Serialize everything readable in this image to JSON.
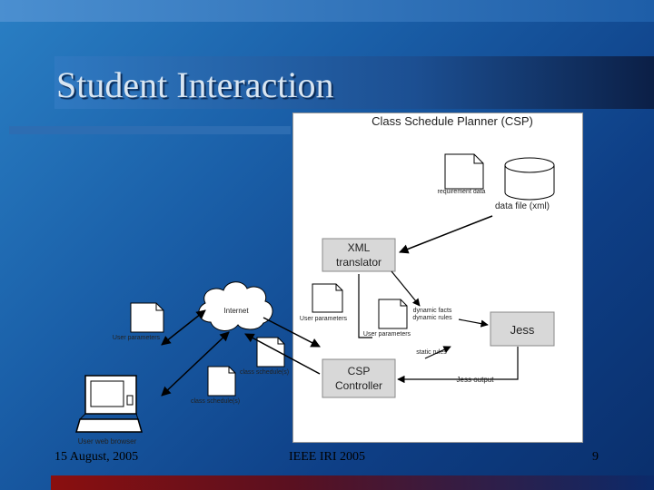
{
  "slide": {
    "title": "Student Interaction",
    "footer_date": "15 August, 2005",
    "footer_center": "IEEE IRI 2005",
    "page_number": "9"
  },
  "diagram": {
    "panel_title": "Class Schedule Planner (CSP)",
    "requirement_data": "requirement data",
    "data_file": "data file (xml)",
    "xml_translator_line1": "XML",
    "xml_translator_line2": "translator",
    "internet": "Internet",
    "user_parameters_1": "User parameters",
    "user_parameters_2": "User parameters",
    "user_parameters_3": "User parameters",
    "dynamic_facts": "dynamic facts",
    "dynamic_rules": "dynamic rules",
    "jess": "Jess",
    "static_rules": "static rules",
    "class_schedules_1": "class schedule(s)",
    "class_schedules_2": "class schedule(s)",
    "csp_controller_line1": "CSP",
    "csp_controller_line2": "Controller",
    "jess_output": "Jess output",
    "user_web_browser": "User web browser"
  }
}
